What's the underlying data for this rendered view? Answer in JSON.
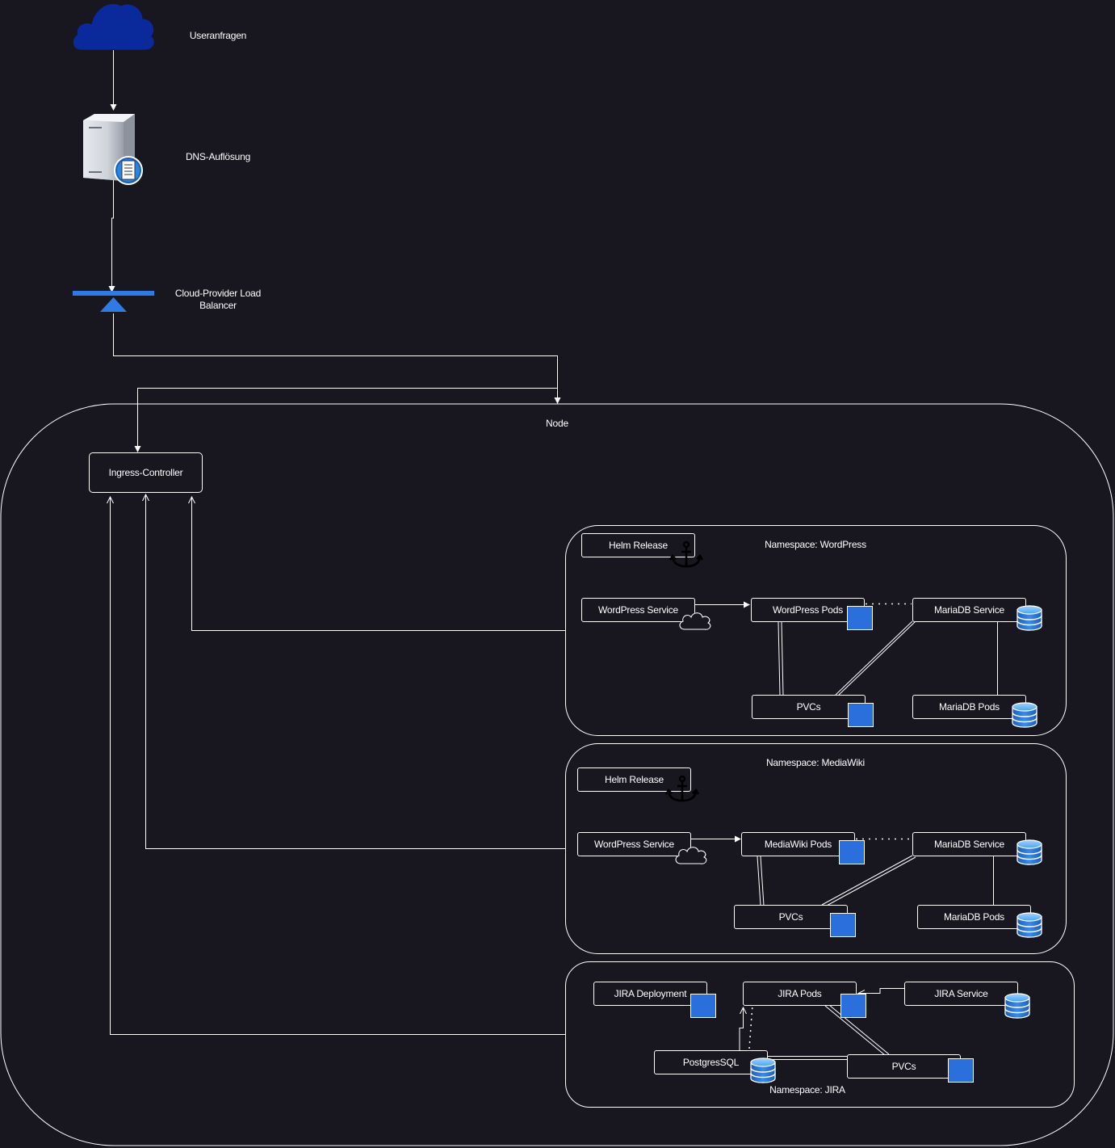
{
  "diagram": {
    "top": {
      "user_requests": "Useranfragen",
      "dns": "DNS-Auflösung",
      "load_balancer": "Cloud-Provider Load Balancer"
    },
    "node": {
      "title": "Node",
      "ingress": "Ingress-Controller"
    },
    "ns_wordpress": {
      "title": "Namespace: WordPress",
      "helm": "Helm Release",
      "service": "WordPress Service",
      "pods": "WordPress Pods",
      "db_service": "MariaDB Service",
      "pvcs": "PVCs",
      "db_pods": "MariaDB Pods"
    },
    "ns_mediawiki": {
      "title": "Namespace: MediaWiki",
      "helm": "Helm Release",
      "service": "WordPress Service",
      "pods": "MediaWiki Pods",
      "db_service": "MariaDB Service",
      "pvcs": "PVCs",
      "db_pods": "MariaDB Pods"
    },
    "ns_jira": {
      "title": "Namespace: JIRA",
      "deployment": "JIRA Deployment",
      "pods": "JIRA Pods",
      "service": "JIRA Service",
      "postgres": "PostgresSQL",
      "pvcs": "PVCs"
    },
    "icons": [
      "cloud-icon",
      "dns-server-icon",
      "load-balancer-icon",
      "anchor-icon",
      "cloud-outline-icon",
      "pod-square-icon",
      "database-icon"
    ],
    "colors": {
      "background": "#18161f",
      "line": "#ffffff",
      "accent_blue": "#2a6fdb",
      "cloud_blue": "#0a2a9c"
    }
  }
}
